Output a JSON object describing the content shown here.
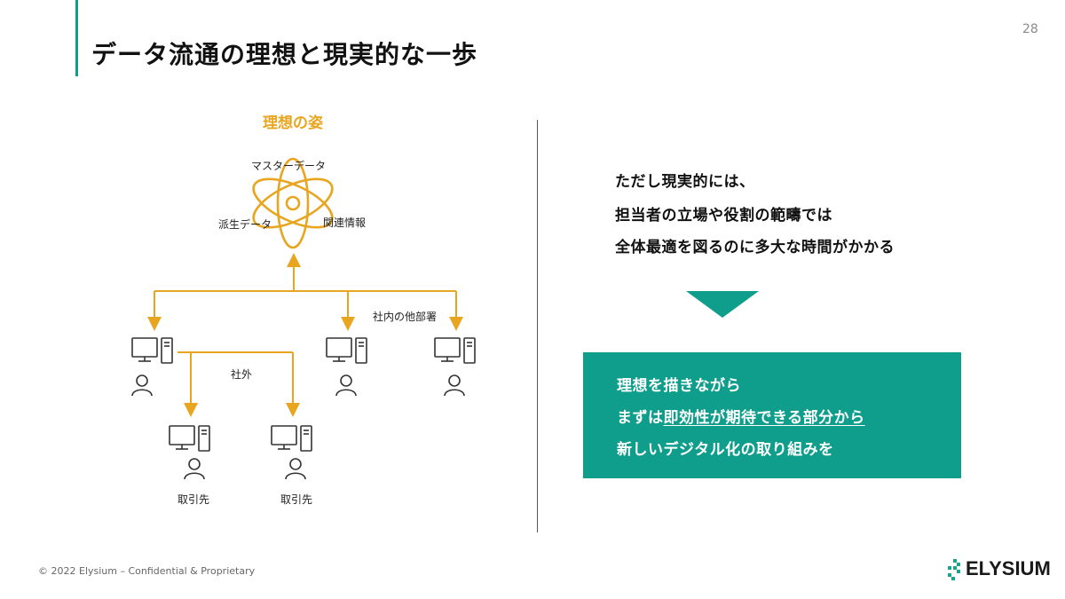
{
  "slide": {
    "title": "データ流通の理想と現実的な一歩",
    "page_number": "28",
    "accent_color": "#0f9e8c",
    "ideal_color": "#e8a51f"
  },
  "diagram": {
    "heading": "理想の姿",
    "center_labels": {
      "master": "マスターデータ",
      "derived": "派生データ",
      "related": "関連情報"
    },
    "internal_label": "社内の他部署",
    "external_label": "社外",
    "partner_label_1": "取引先",
    "partner_label_2": "取引先",
    "icons": [
      "atom-icon",
      "computer-icon",
      "person-icon",
      "arrow-icon"
    ]
  },
  "message": {
    "line1": "ただし現実的には、",
    "line2": "担当者の立場や役割の範疇では",
    "line3": "全体最適を図るのに多大な時間がかかる"
  },
  "highlight": {
    "line1": "理想を描きながら",
    "line2_prefix": "まずは",
    "line2_emphasis": "即効性が期待できる部分から",
    "line3": "新しいデジタル化の取り組みを"
  },
  "footer": {
    "copyright": "© 2022 Elysium – Confidential & Proprietary",
    "logo_text": "ELYSIUM"
  }
}
